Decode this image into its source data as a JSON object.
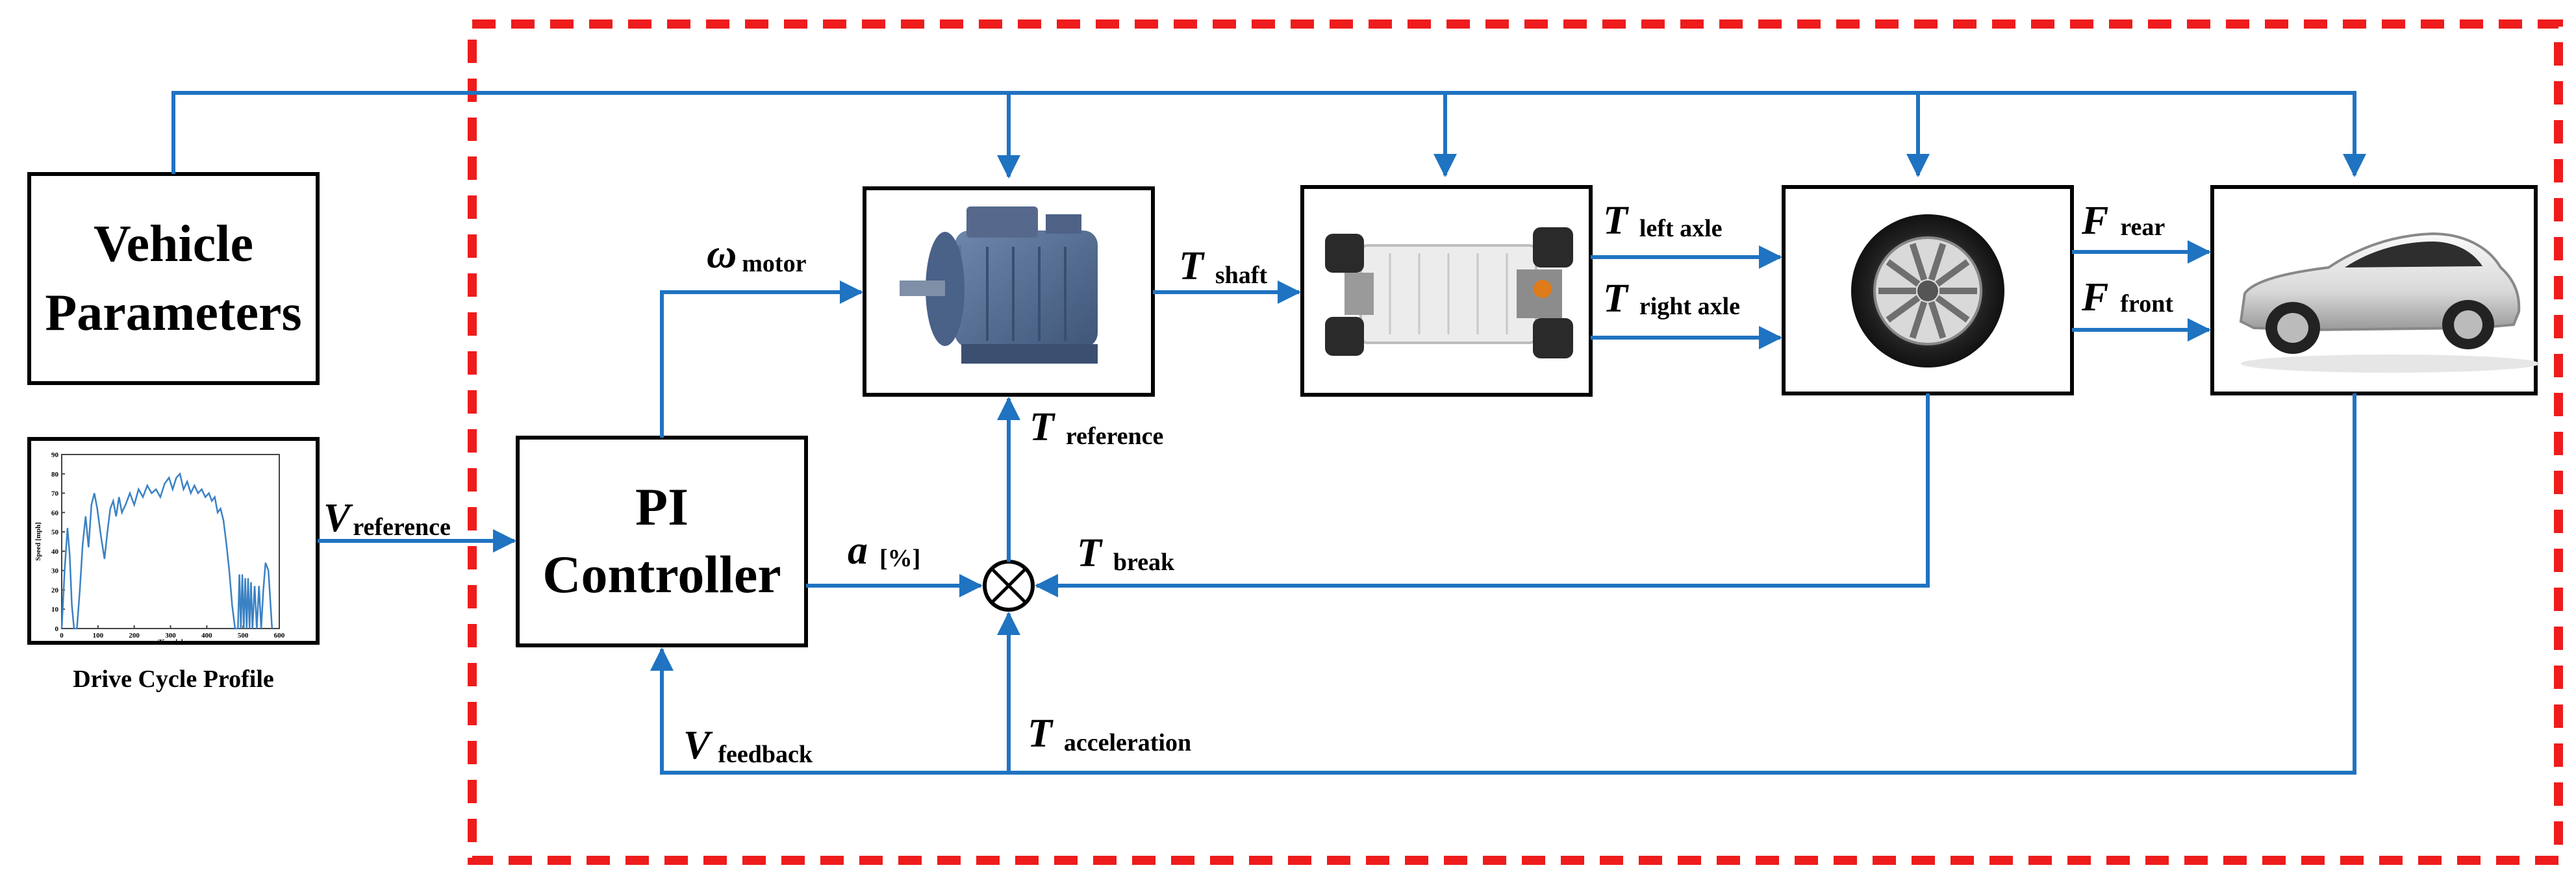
{
  "blocks": {
    "vehicle_parameters": {
      "line1": "Vehicle",
      "line2": "Parameters"
    },
    "pi_controller": {
      "line1": "PI",
      "line2": "Controller"
    },
    "drive_cycle": {
      "caption": "Drive Cycle Profile",
      "x_axis_label": "Time [s]",
      "y_axis_label": "Speed [mph]",
      "x_ticks": [
        "0",
        "100",
        "200",
        "300",
        "400",
        "500",
        "600"
      ],
      "y_ticks": [
        "0",
        "10",
        "20",
        "30",
        "40",
        "50",
        "60",
        "70",
        "80",
        "90"
      ]
    }
  },
  "signals": {
    "v_reference": {
      "main": "V",
      "sub": "reference"
    },
    "omega_motor": {
      "main": "ω",
      "sub": "motor"
    },
    "t_shaft": {
      "main": "T",
      "sub": "shaft"
    },
    "t_left_axle": {
      "main": "T",
      "sub": "left axle"
    },
    "t_right_axle": {
      "main": "T",
      "sub": "right axle"
    },
    "f_rear": {
      "main": "F",
      "sub": "rear"
    },
    "f_front": {
      "main": "F",
      "sub": "front"
    },
    "t_reference": {
      "main": "T",
      "sub": "reference"
    },
    "a_percent": {
      "main": "a",
      "sub": "[%]"
    },
    "t_break": {
      "main": "T",
      "sub": "break"
    },
    "v_feedback": {
      "main": "V",
      "sub": "feedback"
    },
    "t_acceleration": {
      "main": "T",
      "sub": "acceleration"
    }
  },
  "colors": {
    "signal_line": "#1f73c1",
    "boundary": "#ee1c1c",
    "block_border": "#000000"
  },
  "icons": [
    "electric-motor-icon",
    "ev-chassis-icon",
    "wheel-tire-icon",
    "electric-car-icon",
    "summing-junction-icon"
  ],
  "drive_cycle_series": [
    [
      0,
      0
    ],
    [
      8,
      30
    ],
    [
      16,
      52
    ],
    [
      22,
      38
    ],
    [
      28,
      12
    ],
    [
      34,
      0
    ],
    [
      42,
      0
    ],
    [
      50,
      20
    ],
    [
      58,
      44
    ],
    [
      66,
      58
    ],
    [
      74,
      42
    ],
    [
      82,
      64
    ],
    [
      90,
      70
    ],
    [
      98,
      62
    ],
    [
      108,
      48
    ],
    [
      118,
      36
    ],
    [
      126,
      50
    ],
    [
      134,
      62
    ],
    [
      142,
      66
    ],
    [
      150,
      58
    ],
    [
      158,
      68
    ],
    [
      166,
      60
    ],
    [
      176,
      64
    ],
    [
      188,
      70
    ],
    [
      200,
      64
    ],
    [
      212,
      72
    ],
    [
      224,
      68
    ],
    [
      236,
      74
    ],
    [
      248,
      70
    ],
    [
      260,
      72
    ],
    [
      272,
      68
    ],
    [
      284,
      75
    ],
    [
      296,
      78
    ],
    [
      306,
      72
    ],
    [
      316,
      78
    ],
    [
      326,
      80
    ],
    [
      336,
      72
    ],
    [
      346,
      76
    ],
    [
      356,
      70
    ],
    [
      366,
      74
    ],
    [
      376,
      70
    ],
    [
      386,
      72
    ],
    [
      396,
      68
    ],
    [
      406,
      70
    ],
    [
      414,
      66
    ],
    [
      422,
      68
    ],
    [
      430,
      60
    ],
    [
      438,
      62
    ],
    [
      446,
      56
    ],
    [
      454,
      44
    ],
    [
      462,
      30
    ],
    [
      470,
      12
    ],
    [
      478,
      0
    ],
    [
      486,
      0
    ],
    [
      490,
      28
    ],
    [
      494,
      0
    ],
    [
      498,
      28
    ],
    [
      502,
      0
    ],
    [
      506,
      26
    ],
    [
      510,
      0
    ],
    [
      514,
      26
    ],
    [
      518,
      0
    ],
    [
      522,
      24
    ],
    [
      526,
      0
    ],
    [
      532,
      22
    ],
    [
      538,
      0
    ],
    [
      544,
      22
    ],
    [
      550,
      0
    ],
    [
      556,
      20
    ],
    [
      562,
      34
    ],
    [
      570,
      30
    ],
    [
      580,
      0
    ]
  ]
}
